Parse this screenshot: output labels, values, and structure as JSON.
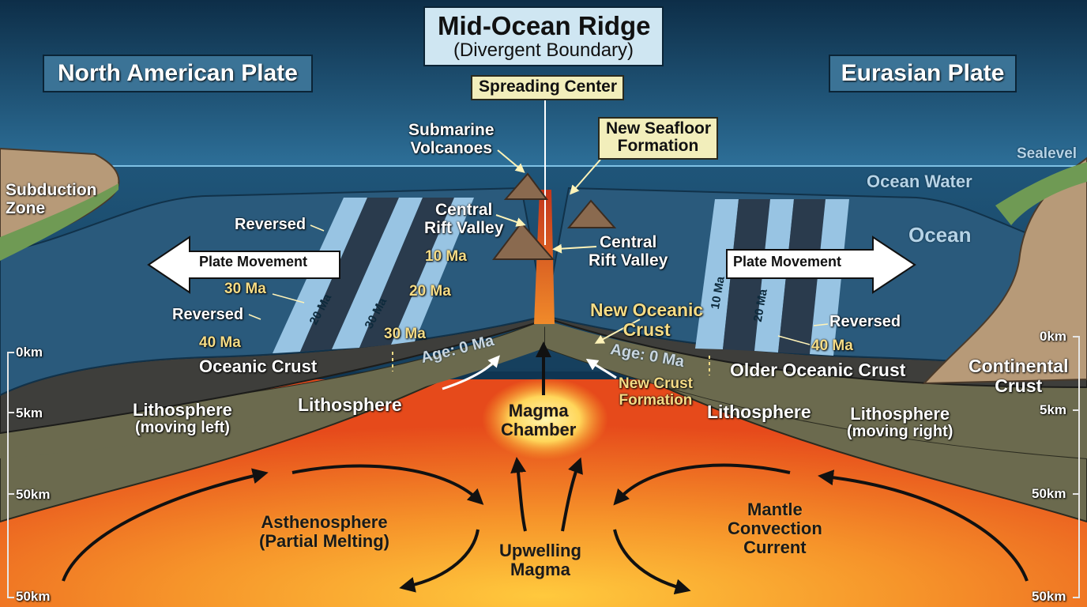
{
  "title": {
    "main": "Mid-Ocean Ridge",
    "sub": "(Divergent Boundary)"
  },
  "plates": {
    "left": "North American Plate",
    "right": "Eurasian Plate"
  },
  "callouts": {
    "spreading_center": "Spreading Center",
    "new_seafloor": [
      "New Seafloor",
      "Formation"
    ]
  },
  "surface": {
    "sealevel": "Sealevel",
    "ocean_water": "Ocean Water",
    "ocean": "Ocean",
    "subduction_zone": [
      "Subduction",
      "Zone"
    ]
  },
  "ridge": {
    "submarine_volcanoes": [
      "Submarine",
      "Volcanoes"
    ],
    "central_rift_left": [
      "Central",
      "Rift Valley"
    ],
    "central_rift_right": [
      "Central",
      "Rift Valley"
    ],
    "new_oceanic_crust": [
      "New Oceanic",
      "Crust"
    ],
    "new_crust_formation": [
      "New Crust",
      "Formation"
    ]
  },
  "left_side": {
    "reversed_1": "Reversed",
    "reversed_2": "Reversed",
    "plate_movement": "Plate Movement",
    "age_10": "10 Ma",
    "age_20": "20 Ma",
    "age_30a": "30 Ma",
    "age_30b": "30 Ma",
    "age_40": "40 Ma",
    "stripe_20": "20 Ma",
    "stripe_30": "30 Ma",
    "age_0": "Age: 0 Ma",
    "oceanic_crust": "Oceanic Crust",
    "lithosphere_main": "Lithosphere",
    "lithosphere_moving": [
      "Lithosphere",
      "(moving left)"
    ]
  },
  "right_side": {
    "plate_movement": "Plate Movement",
    "stripe_10": "10 Ma",
    "stripe_20": "20 Ma",
    "reversed": "Reversed",
    "age_40": "40 Ma",
    "age_0": "Age: 0 Ma",
    "older_crust": "Older Oceanic Crust",
    "continental_crust": [
      "Continental",
      "Crust"
    ],
    "lithosphere_main": "Lithosphere",
    "lithosphere_moving": [
      "Lithosphere",
      "(moving right)"
    ]
  },
  "mantle": {
    "magma_chamber": [
      "Magma",
      "Chamber"
    ],
    "asthenosphere": [
      "Asthenosphere",
      "(Partial Melting)"
    ],
    "upwelling": [
      "Upwelling",
      "Magma"
    ],
    "convection": [
      "Mantle",
      "Convection",
      "Current"
    ]
  },
  "depth_left": [
    "0km",
    "5km",
    "50km",
    "50km"
  ],
  "depth_right": [
    "0km",
    "5km",
    "50km",
    "50km"
  ],
  "colors": {
    "deep_water": "#0f3552",
    "shallow_water": "#2f6d93",
    "crust": "#3e3e3b",
    "lithosphere": "#6b6a4e",
    "mantle_hot": "#f5a623",
    "mantle_edge": "#e9531f",
    "magma_glow": "#ffd966",
    "stripe_light": "#98c4e3",
    "stripe_dark": "#2a3b4d"
  }
}
